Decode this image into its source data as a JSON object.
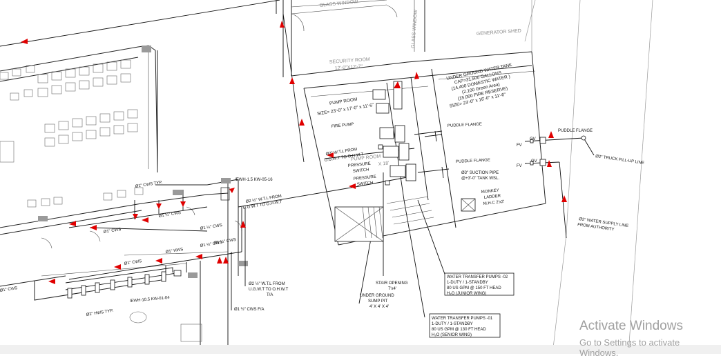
{
  "rooms": {
    "glass_window_top": "GLASS WINDOW",
    "glass_window_side": "GLASS WINDOW",
    "generator_shed": "GENERATOR SHED",
    "security_room": "SECURITY ROOM",
    "security_room_size": "12'-0\"X12'-7\"",
    "pump_room_bg": "PUMP ROOM",
    "pump_room_bg_size": "X 18'"
  },
  "tank": {
    "line1": "UNDER GROUND WATER TANK",
    "line2": "CAP=31,500 GALLONS",
    "line3": "(14,400 DOMESTIC WATER )",
    "line4": "(2,100 Green Area)",
    "line5": "(15,000 FIRE RESERVE)",
    "line6": "SIZE= 23'-0\" x 16'-0\" x 11'-6\""
  },
  "pump_room": {
    "line1": "PUMP ROOM",
    "line2": "SIZE= 23'-0\" x 17'-0\" x 11'-6\""
  },
  "labels": {
    "fire_pump": "FIRE PUMP",
    "puddle_flange_1": "PUDDLE FLANGE",
    "puddle_flange_2": "PUDDLE FLANGE",
    "puddle_flange_3": "PUDDLE FLANGE",
    "wtl_ugwt_1a": "Ø2\" W.T.L FROM",
    "wtl_ugwt_1b": "U.G.W.T TO O.H.W.T",
    "pressure_switch_1a": "PRESSURE",
    "pressure_switch_1b": "SWITCH",
    "pressure_switch_2a": "PRESSURE",
    "pressure_switch_2b": "SWITCH",
    "suction_pipe_a": "Ø3\" SUCTION PIPE",
    "suction_pipe_b": "@+3'-0\" TANK WSL.",
    "monkey_ladder_a": "MONKEY",
    "monkey_ladder_b": "LADDER",
    "monkey_ladder_c": "M.H.C 2'x2'",
    "gv1": "GV",
    "gv2": "GV",
    "fv1": "FV",
    "fv2": "FV",
    "truck_fillup": "Ø2\" TRUCK FILL-UP LINE",
    "supply_line_a": "Ø2\" WATER SUPPLY LINE",
    "supply_line_b": "FROM AUTHORITY",
    "ewh_top": "/EWH-1.5 KW-05-16",
    "cws_typ": "Ø1\" CWS TYP.",
    "wtl_left_a": "Ø2 ½\" W.T.L FROM",
    "wtl_left_b": "U.G.W.T TO O.H.W.T",
    "cws_q1": "Ø1 ¼\" CWS",
    "cws_q2": "Ø1 ¼\" CWS",
    "cws_half1": "Ø1 ½\" CWS",
    "cws_1_left": "Ø1\" CWS",
    "cws_half2": "Ø1 ½\" CWS",
    "hws_1": "Ø1\" HWS",
    "cws_1_mid": "Ø1\" CWS",
    "cws_1_far": "Ø1\" CWS",
    "ewh_bottom": "/EWH-10.5 KW-01-04",
    "hws_typ": "Ø2\" HWS TYP.",
    "wtl_bottom_a": "Ø2 ½\" W.T.L FROM",
    "wtl_bottom_b": "U.G.W.T TO O.H.W.T",
    "wtl_bottom_c": "T/A",
    "cws_fa": "Ø1 ½\" CWS F/A",
    "stair_opening_a": "STAIR OPENING",
    "stair_opening_b": "7'x4'",
    "sump_a": "UNDER GROUND",
    "sump_b": "SUMP PIT",
    "sump_c": "4' X 4' X 4'"
  },
  "pumps_02": {
    "line1": "WATER TRANSFER PUMPS -02",
    "line2": "1-DUTY / 1-STANDBY",
    "line3": "80 US GPM @ 150 FT HEAD",
    "line4": "H₂O  (JUNIOR WING)"
  },
  "pumps_01": {
    "line1": "WATER TRANSFER PUMPS -01",
    "line2": "1-DUTY / 1-STANDBY",
    "line3": "80 US GPM @ 130 FT HEAD",
    "line4": "H₂O  (SENIOR WING)"
  },
  "watermark": {
    "title": "Activate Windows",
    "subtitle": "Go to Settings to activate Windows."
  },
  "colors": {
    "flow_arrow": "#e00000",
    "ink": "#111111",
    "room_text": "#8a8a8a",
    "watermark": "#a0a0a0"
  }
}
